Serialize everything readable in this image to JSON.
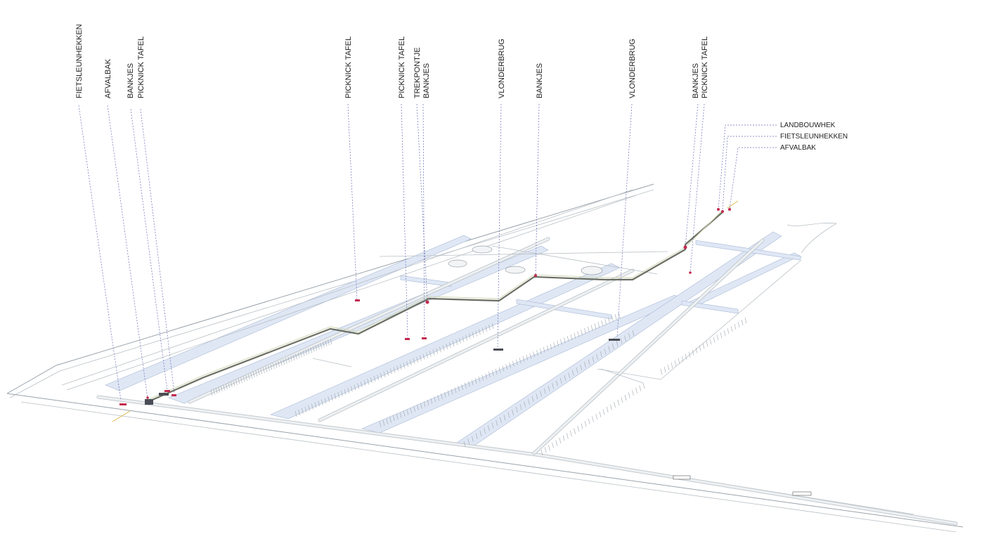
{
  "labels": {
    "vertical": [
      "FIETSLEUNHEKKEN",
      "AFVALBAK",
      "BANKJES",
      "PICKNICK TAFEL",
      "PICKNICK TAFEL",
      "PICKNICK TAFEL",
      "TREKPONTJE",
      "BANKJES",
      "VLONDERBRUG",
      "BANKJES",
      "VLONDERBRUG",
      "BANKJES",
      "PICKNICK TAFEL"
    ],
    "horizontal": [
      "LANDBOUWHEK",
      "FIETSLEUNHEKKEN",
      "AFVALBAK"
    ]
  },
  "colors": {
    "leader": "#6b6fb5",
    "water": "#dfe7f5",
    "marker": "#c22a4f",
    "route": "#6a6e63"
  }
}
